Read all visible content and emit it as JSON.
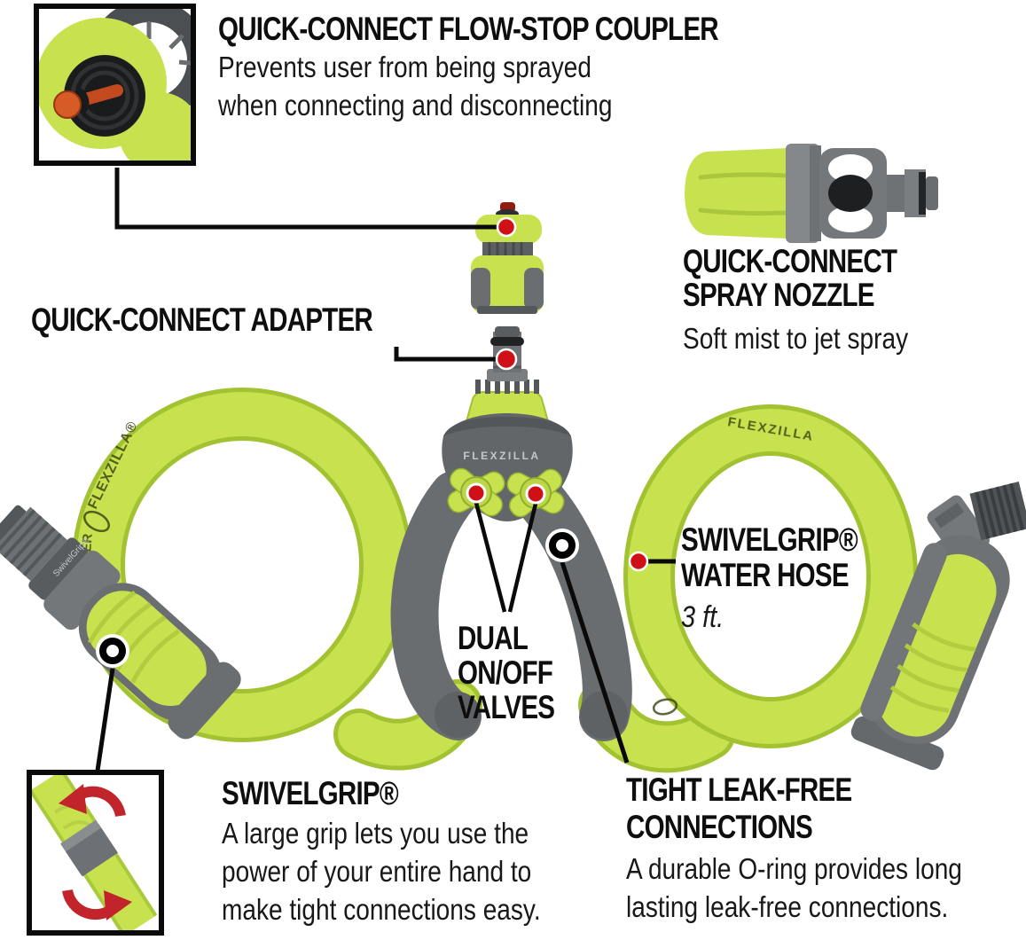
{
  "colors": {
    "hose_lime": "#c7e14f",
    "hose_lime_dark": "#a3c232",
    "gray": "#6b6e71",
    "gray_dark": "#515457",
    "black_line": "#0a0a0a",
    "red_dot": "#cf1117",
    "orange_plug": "#d75b24",
    "arrow_red": "#c2242b"
  },
  "product": {
    "splitter_print": "FLEXZILLA",
    "hose_print_left": "FLEXZILLA®",
    "hose_print_water": "WATER",
    "hose_print_right": "FLEXZILLA",
    "grip_collar_print": "SwivelGrip®"
  },
  "callouts": {
    "flow_stop_coupler": {
      "title": "QUICK-CONNECT FLOW-STOP COUPLER",
      "desc": [
        "Prevents user from being sprayed",
        "when connecting and disconnecting"
      ]
    },
    "spray_nozzle": {
      "title": [
        "QUICK-CONNECT",
        "SPRAY NOZZLE"
      ],
      "desc": [
        "Soft mist to jet spray"
      ]
    },
    "adapter": {
      "title": "QUICK-CONNECT ADAPTER"
    },
    "water_hose": {
      "title": [
        "SWIVELGRIP®",
        "WATER HOSE"
      ],
      "length": "3 ft."
    },
    "dual_valves": {
      "title": [
        "DUAL",
        "ON/OFF",
        "VALVES"
      ]
    },
    "swivelgrip": {
      "title": "SWIVELGRIP®",
      "desc": [
        "A large grip lets you use the",
        "power of your entire hand to",
        "make tight connections easy."
      ]
    },
    "leak_free": {
      "title": [
        "TIGHT LEAK-FREE",
        "CONNECTIONS"
      ],
      "desc": [
        "A durable O-ring provides long",
        "lasting leak-free connections."
      ]
    }
  }
}
